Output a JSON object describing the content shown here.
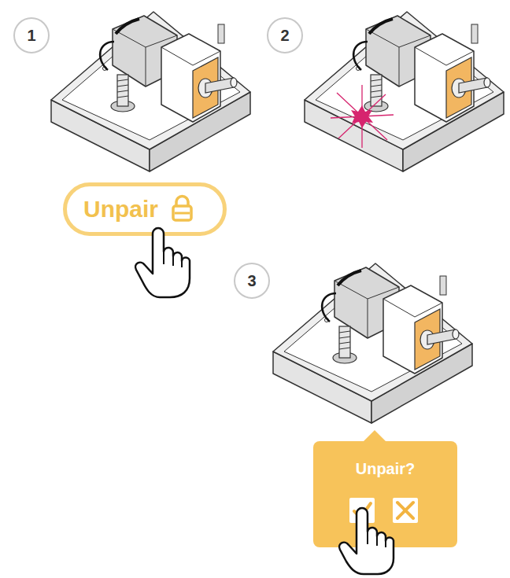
{
  "diagram": {
    "nodes": [
      {
        "text": [
          "1"
        ]
      },
      {
        "text": [
          "2"
        ]
      },
      {
        "text": [
          "Unpair"
        ]
      },
      {
        "text": [
          "3"
        ]
      },
      {
        "text": [
          "Unpair?"
        ]
      }
    ]
  }
}
